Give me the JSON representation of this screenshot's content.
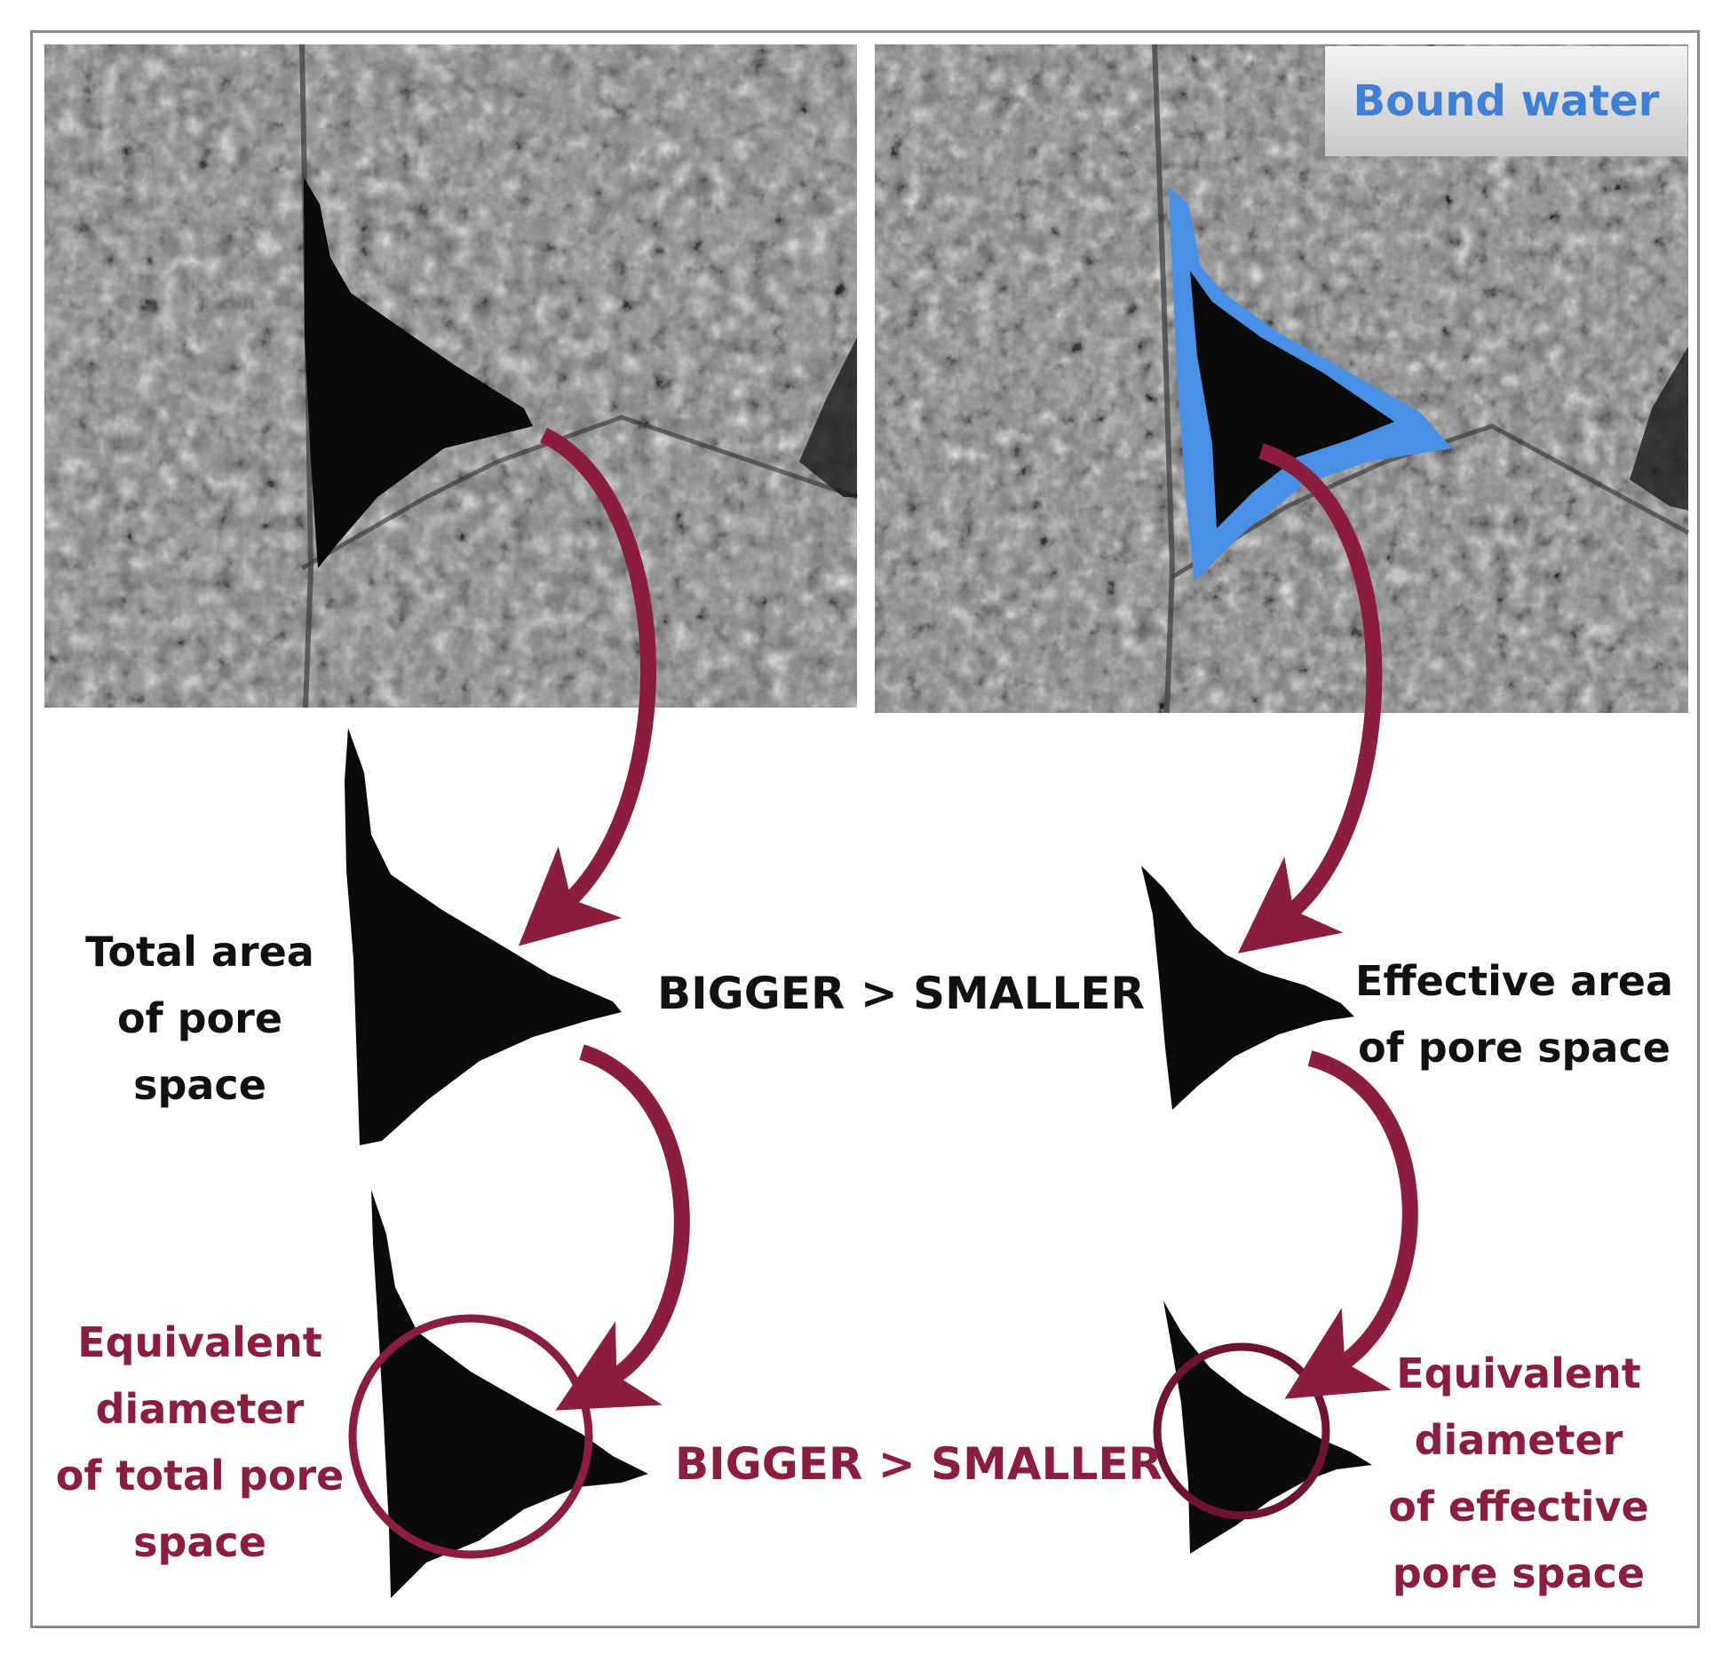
{
  "labels": {
    "bound_water": "Bound water",
    "total_area": [
      "Total area",
      "of pore",
      "space"
    ],
    "effective_area": [
      "Effective area",
      "of pore space"
    ],
    "comparison_area": "BIGGER > SMALLER",
    "equiv_total": [
      "Equivalent",
      "diameter",
      "of total pore",
      "space"
    ],
    "comparison_diameter": "BIGGER > SMALLER",
    "equiv_effective": [
      "Equivalent",
      "diameter",
      "of effective",
      "pore space"
    ]
  },
  "colors": {
    "bound_water": "#3f7fd6",
    "arrow": "#8b1e3f",
    "pore": "#0a0a0a",
    "text_black": "#111111",
    "text_red": "#8b1e3f"
  }
}
